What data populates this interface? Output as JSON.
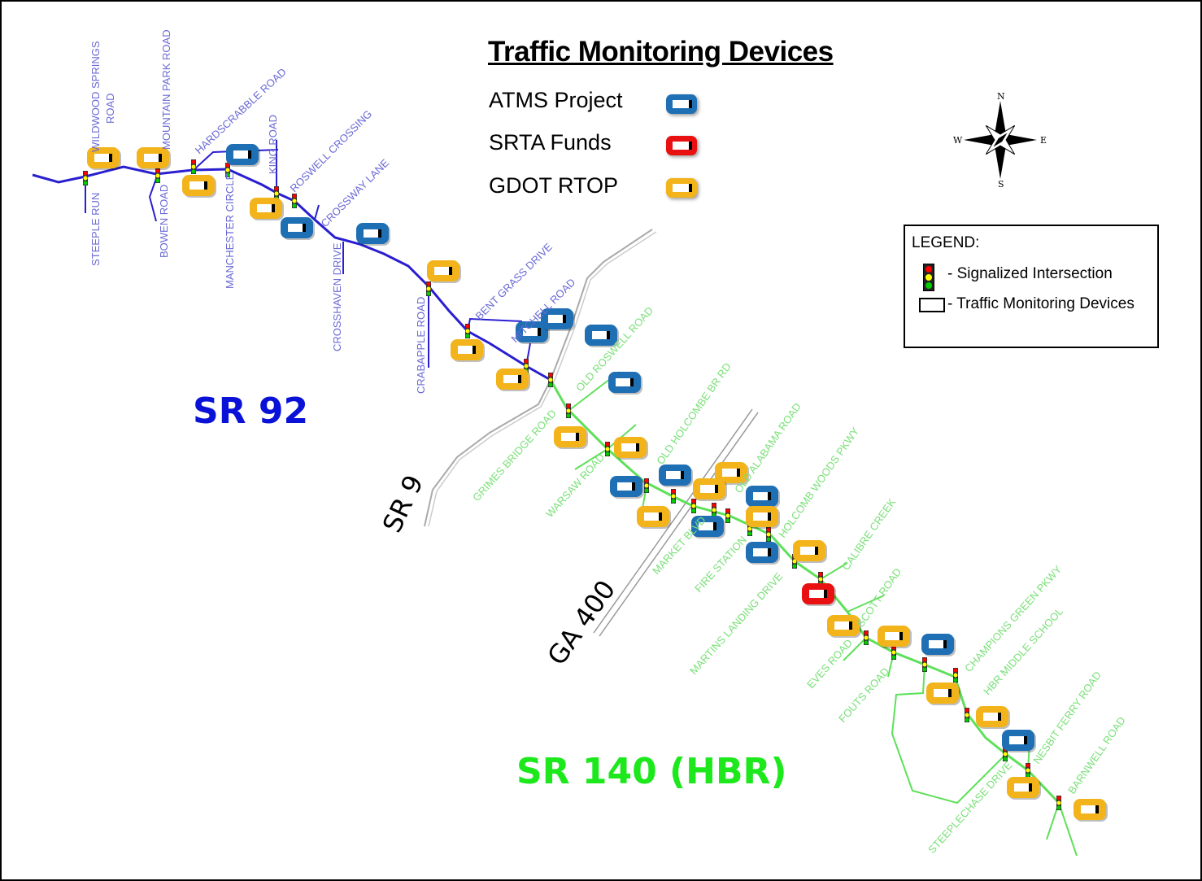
{
  "title": "Traffic Monitoring Devices",
  "key": [
    {
      "label": "ATMS Project",
      "color": "#1f6fb5"
    },
    {
      "label": "SRTA Funds",
      "color": "#e81010"
    },
    {
      "label": "GDOT RTOP",
      "color": "#f2b31b"
    }
  ],
  "compass": {
    "n": "N",
    "s": "S",
    "e": "E",
    "w": "W"
  },
  "legend": {
    "heading": "LEGEND:",
    "signal": "- Signalized Intersection",
    "device": "- Traffic Monitoring Devices"
  },
  "routes": {
    "sr92": "SR 92",
    "sr9": "SR 9",
    "ga400": "GA 400",
    "sr140": "SR 140 (HBR)"
  },
  "colors": {
    "sr92": "#2a1fd0",
    "sr140": "#5fe05a",
    "sr9": "#aaaaaa",
    "sr92_label": "#0a12d8",
    "sr140_label": "#1ce81c"
  },
  "streets_sr92": [
    "WILDWOOD SPRINGS",
    "ROAD",
    "MOUNTAIN PARK ROAD",
    "HARDSCRABBLE ROAD",
    "KING ROAD",
    "ROSWELL CROSSING",
    "CROSSWAY LANE",
    "STEEPLE RUN",
    "BOWEN ROAD",
    "MANCHESTER CIRCLE",
    "CROSSHAVEN DRIVE",
    "CRABAPPLE ROAD",
    "BENT GRASS DRIVE",
    "MITCHELL ROAD"
  ],
  "streets_sr140": [
    "OLD ROSWELL ROAD",
    "GRIMES BRIDGE ROAD",
    "WARSAW ROAD",
    "OLD HOLCOMBE BR RD",
    "MARKET BLVD",
    "OLD ALABAMA ROAD",
    "FIRE STATION",
    "HOLCOMB WOODS PKWY",
    "MARTINS LANDING DRIVE",
    "CALIBRE CREEK",
    "SCOTT ROAD",
    "EVES ROAD",
    "FOUTS ROAD",
    "CHAMPIONS GREEN PKWY",
    "HBR MIDDLE SCHOOL",
    "NESBIT FERRY ROAD",
    "STEEPLECHASE DRIVE",
    "BARNWELL ROAD"
  ],
  "camera_types": [
    "GDOT RTOP",
    "GDOT RTOP",
    "GDOT RTOP",
    "ATMS Project",
    "GDOT RTOP",
    "ATMS Project",
    "ATMS Project",
    "GDOT RTOP",
    "GDOT RTOP",
    "ATMS Project",
    "ATMS Project",
    "ATMS Project",
    "GDOT RTOP",
    "ATMS Project",
    "GDOT RTOP",
    "GDOT RTOP",
    "ATMS Project",
    "ATMS Project",
    "GDOT RTOP",
    "GDOT RTOP",
    "GDOT RTOP",
    "ATMS Project",
    "ATMS Project",
    "GDOT RTOP",
    "ATMS Project",
    "GDOT RTOP",
    "SRTA Funds",
    "GDOT RTOP",
    "GDOT RTOP",
    "ATMS Project",
    "GDOT RTOP",
    "GDOT RTOP",
    "ATMS Project",
    "GDOT RTOP",
    "GDOT RTOP"
  ],
  "signal_count": 29
}
